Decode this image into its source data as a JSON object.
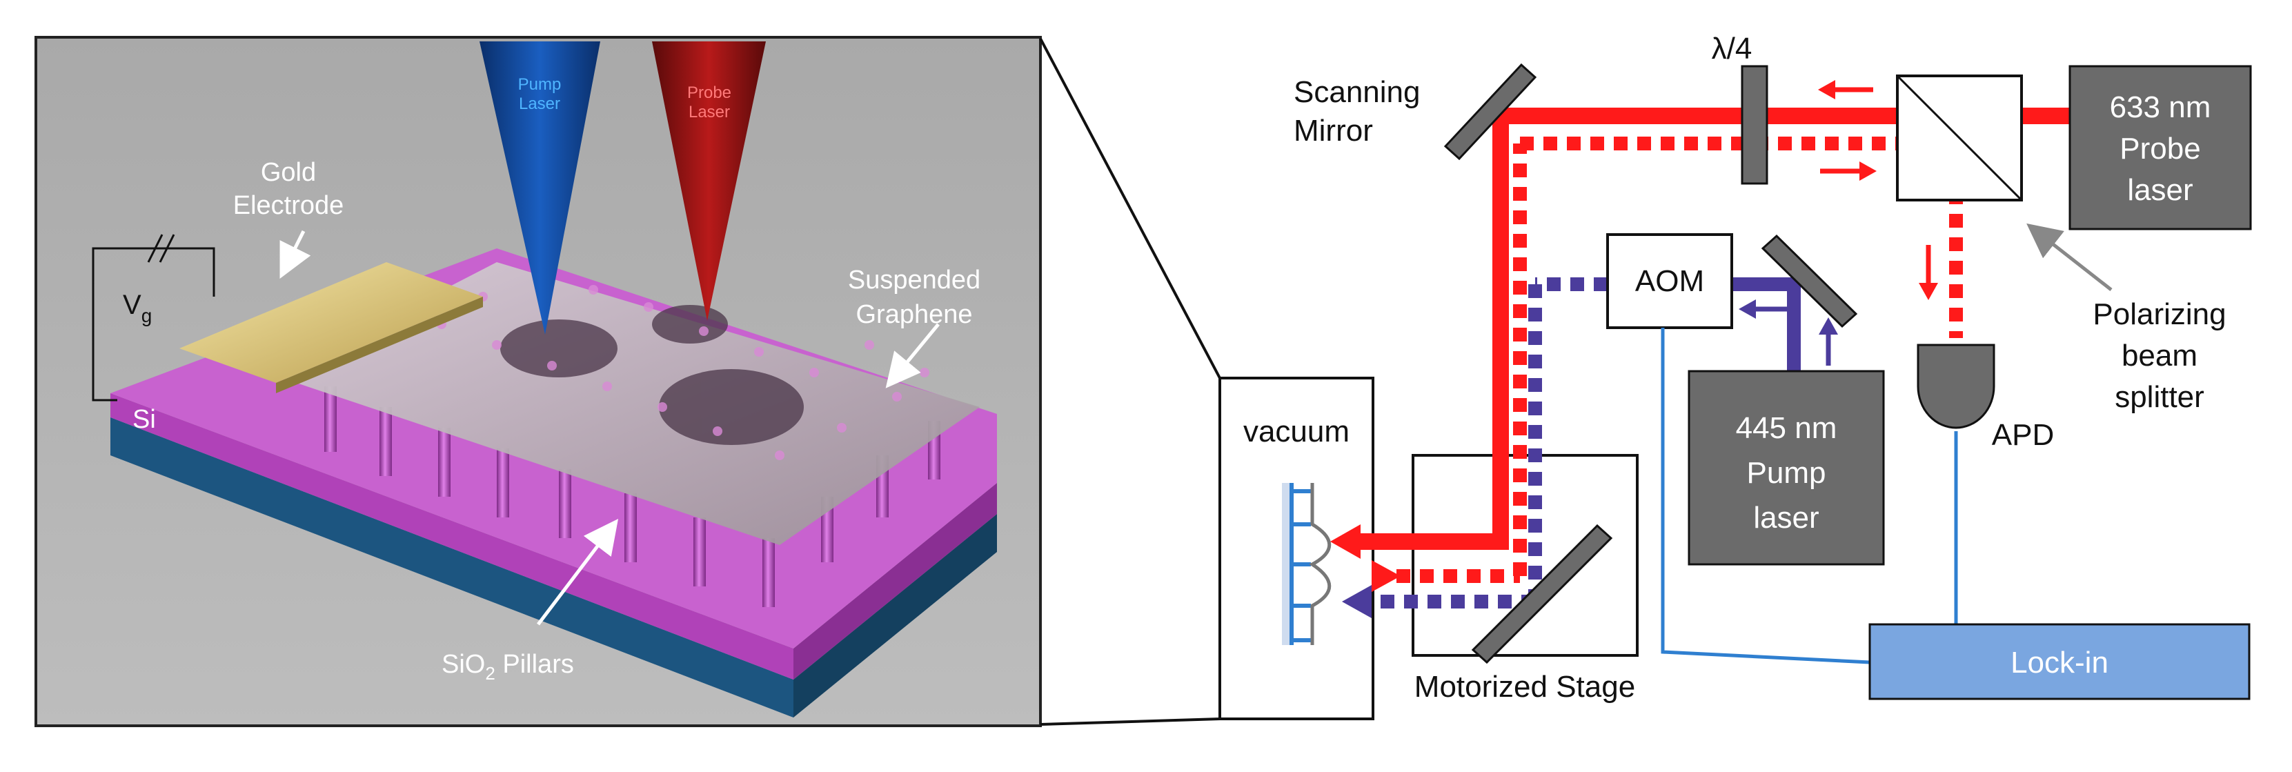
{
  "device_render": {
    "pump_laser": "Pump\nLaser",
    "probe_laser": "Probe\nLaser",
    "gold_electrode": "Gold\nElectrode",
    "vg_main": "V",
    "vg_sub": "g",
    "si": "Si",
    "suspended_graphene": "Suspended\nGraphene",
    "sio2_main": "SiO",
    "sio2_sub": "2",
    "sio2_suffix": " Pillars"
  },
  "optical_setup": {
    "scanning_mirror": "Scanning\nMirror",
    "quarter_wave": "λ/4",
    "probe_laser_box": "633 nm\nProbe\nlaser",
    "aom": "AOM",
    "pump_laser_box": "445 nm\nPump\nlaser",
    "polarizing_beam_splitter": "Polarizing\nbeam\nsplitter",
    "apd": "APD",
    "vacuum": "vacuum",
    "motorized_stage": "Motorized Stage",
    "lock_in": "Lock-in"
  },
  "colors": {
    "probe_beam": "#ff1a1a",
    "pump_beam": "#4b3c9c",
    "signal_wire": "#2f7fd0",
    "box_gray": "#6b6b6b",
    "lockin_fill": "#7aa6e0",
    "pillar_magenta": "#c04ac8",
    "substrate_blue": "#1e5b86",
    "pump_cone": "#0b4a9e",
    "probe_cone": "#8e1010",
    "render_bg": "#b1b1b1"
  }
}
